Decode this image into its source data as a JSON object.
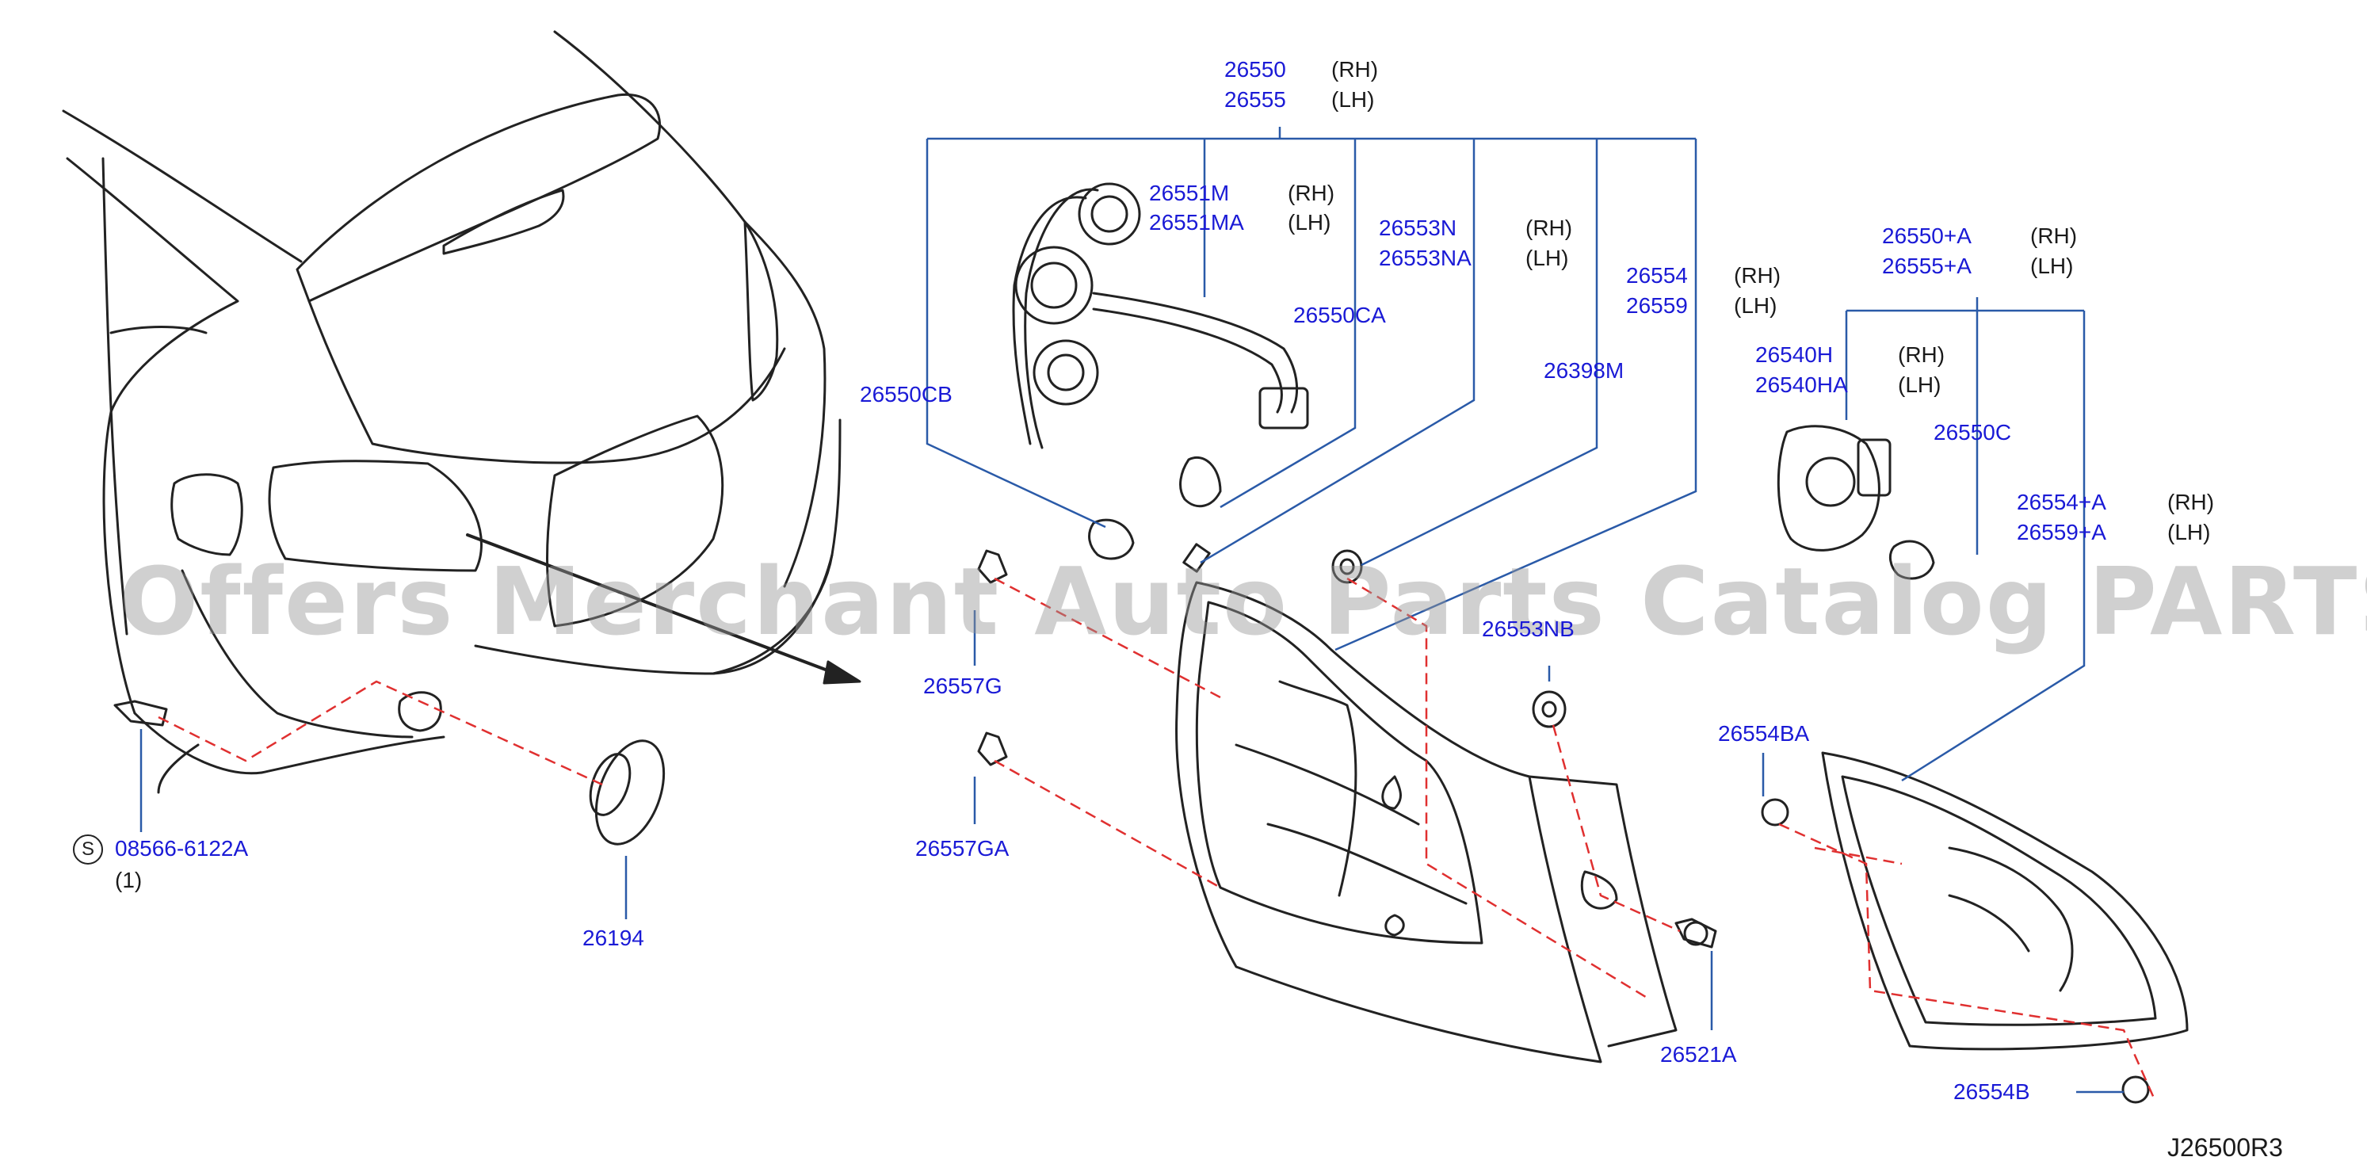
{
  "diagram": {
    "drawing_code": "J26500R3",
    "watermark": "Offers Merchant Auto Parts Catalog PARTSTORE.SA",
    "colors": {
      "part_number": "#1a1ad6",
      "leader": "#2a5aa8",
      "dashed": "#e03030",
      "outline": "#222222"
    },
    "labels": {
      "p26550": "26550",
      "p26550_side": "(RH)",
      "p26555": "26555",
      "p26555_side": "(LH)",
      "p26551M": "26551M",
      "p26551M_side": "(RH)",
      "p26551MA": "26551MA",
      "p26551MA_side": "(LH)",
      "p26553N": "26553N",
      "p26553N_side": "(RH)",
      "p26553NA": "26553NA",
      "p26553NA_side": "(LH)",
      "p26554": "26554",
      "p26554_side": "(RH)",
      "p26559": "26559",
      "p26559_side": "(LH)",
      "p26550CA": "26550CA",
      "p26550CB": "26550CB",
      "p26398M": "26398M",
      "p26550A": "26550+A",
      "p26550A_side": "(RH)",
      "p26555A": "26555+A",
      "p26555A_side": "(LH)",
      "p26540H": "26540H",
      "p26540H_side": "(RH)",
      "p26540HA": "26540HA",
      "p26540HA_side": "(LH)",
      "p26550C": "26550C",
      "p26554A": "26554+A",
      "p26554A_side": "(RH)",
      "p26559A": "26559+A",
      "p26559A_side": "(LH)",
      "p26557G": "26557G",
      "p26557GA": "26557GA",
      "p26553B": "26553NB",
      "p26554BA": "26554BA",
      "p26554B": "26554B",
      "p26521A": "26521A",
      "p08566": "08566-6122A",
      "p08566_badge": "S",
      "p08566_qty": "(1)",
      "p26194": "26194"
    }
  }
}
